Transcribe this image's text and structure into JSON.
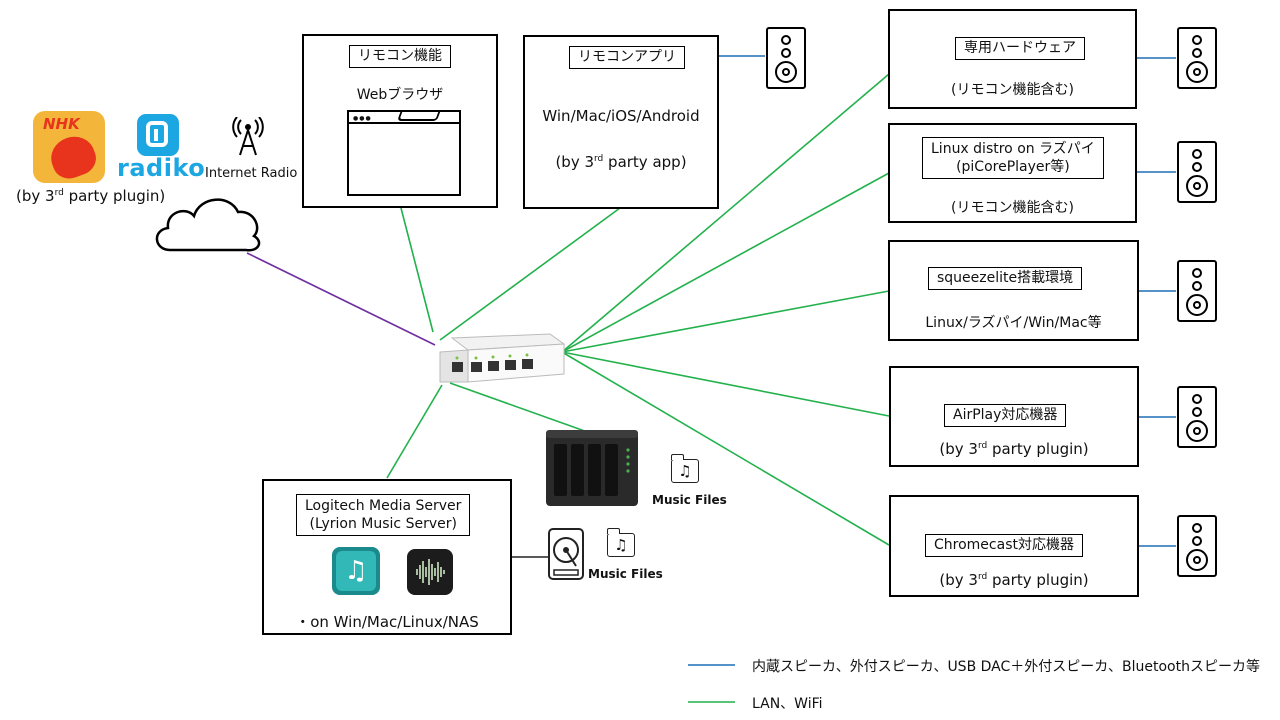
{
  "colors": {
    "lan": "#22b14c",
    "audio": "#1f6fb5",
    "internet": "#7030a0"
  },
  "sources": {
    "nhk_label": "NHK",
    "radiko_label": "radiko",
    "internet_radio_label": "Internet Radio",
    "plugin_note_prefix": "(by 3",
    "plugin_note_sup": "rd",
    "plugin_note_suffix": " party plugin)"
  },
  "remote_web": {
    "label": "リモコン機能",
    "subtitle": "Webブラウザ"
  },
  "remote_app": {
    "label": "リモコンアプリ",
    "platforms": "Win/Mac/iOS/Android",
    "note_prefix": "(by 3",
    "note_sup": "rd",
    "note_suffix": " party app)"
  },
  "players": [
    {
      "label": "専用ハードウェア",
      "note": "(リモコン機能含む)"
    },
    {
      "label_line1": "Linux distro on ラズパイ",
      "label_line2": "(piCorePlayer等)",
      "note": "(リモコン機能含む)"
    },
    {
      "label": "squeezelite搭載環境",
      "note": "Linux/ラズパイ/Win/Mac等"
    },
    {
      "label": "AirPlay対応機器",
      "note_prefix": "(by 3",
      "note_sup": "rd",
      "note_suffix": " party plugin)"
    },
    {
      "label": "Chromecast対応機器",
      "note_prefix": "(by 3",
      "note_sup": "rd",
      "note_suffix": " party plugin)"
    }
  ],
  "server": {
    "label_line1": "Logitech Media Server",
    "label_line2": "(Lyrion Music Server)",
    "platforms": "・on Win/Mac/Linux/NAS"
  },
  "storage": {
    "nas_files": "Music Files",
    "hdd_files": "Music Files"
  },
  "legend": [
    {
      "color": "#1f6fb5",
      "text": "内蔵スピーカ、外付スピーカ、USB DAC＋外付スピーカ、Bluetoothスピーカ等"
    },
    {
      "color": "#22b14c",
      "text": "LAN、WiFi"
    }
  ]
}
